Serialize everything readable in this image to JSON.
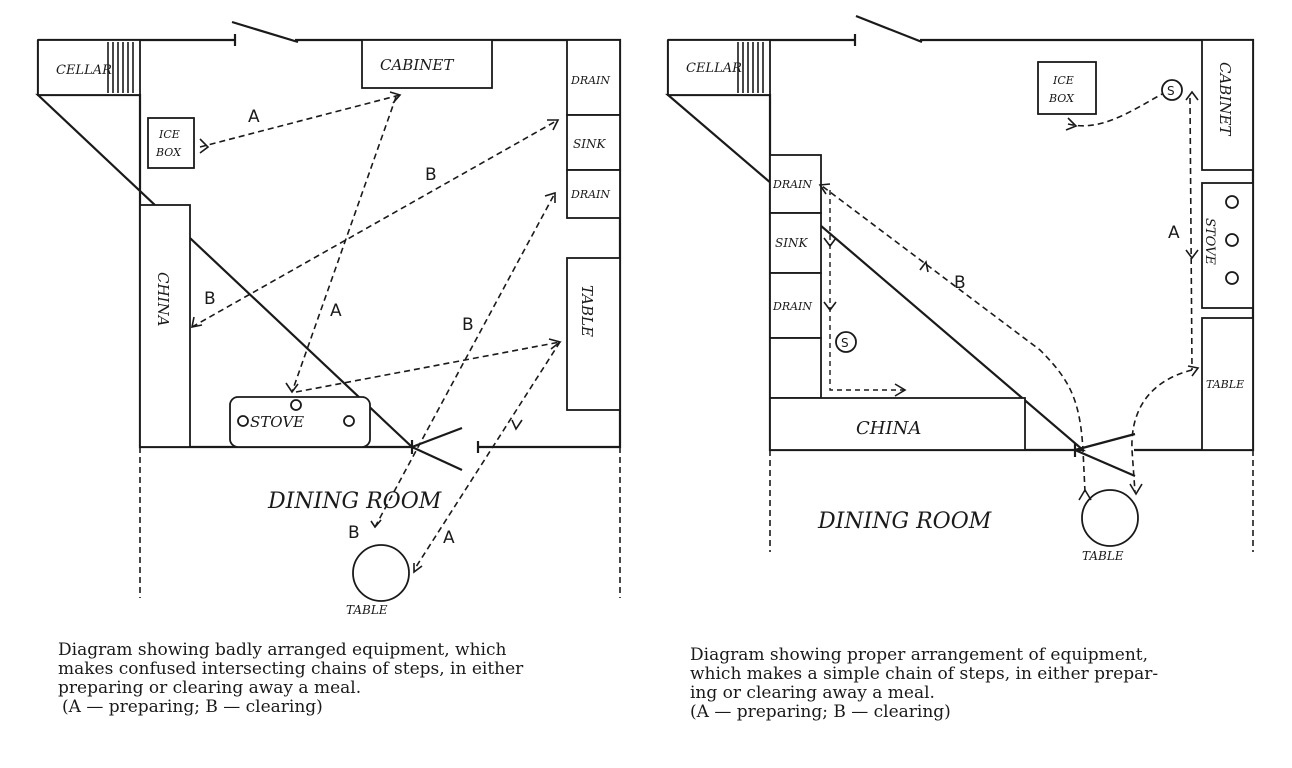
{
  "left": {
    "labels": {
      "cellar": "CELLAR",
      "cabinet": "CABINET",
      "ice_box_1": "ICE",
      "ice_box_2": "BOX",
      "drain_top": "DRAIN",
      "sink": "SINK",
      "drain_bottom": "DRAIN",
      "china": "CHINA",
      "table_side": "TABLE",
      "stove": "STOVE",
      "dining_room": "DINING ROOM",
      "table": "TABLE"
    },
    "path_letters": {
      "a": "A",
      "b": "B"
    },
    "caption": {
      "line1": "Diagram showing badly arranged equipment, which",
      "line2": "makes confused intersecting chains of steps, in either",
      "line3": "preparing or clearing away a meal.",
      "line4": "(A — preparing; B — clearing)"
    }
  },
  "right": {
    "labels": {
      "cellar": "CELLAR",
      "ice_box_1": "ICE",
      "ice_box_2": "BOX",
      "cabinet": "CABINET",
      "stove": "STOVE",
      "drain_top": "DRAIN",
      "sink": "SINK",
      "drain_bottom": "DRAIN",
      "sink_marker": "S",
      "cabinet_marker": "S",
      "table_side": "TABLE",
      "china": "CHINA",
      "dining_room": "DINING ROOM",
      "table": "TABLE"
    },
    "path_letters": {
      "a": "A",
      "b": "B"
    },
    "caption": {
      "line1": "Diagram showing proper arrangement of equipment,",
      "line2": "which makes a simple chain of steps, in either prepar-",
      "line3": "ing or clearing away a meal.",
      "line4": "(A — preparing; B — clearing)"
    }
  }
}
